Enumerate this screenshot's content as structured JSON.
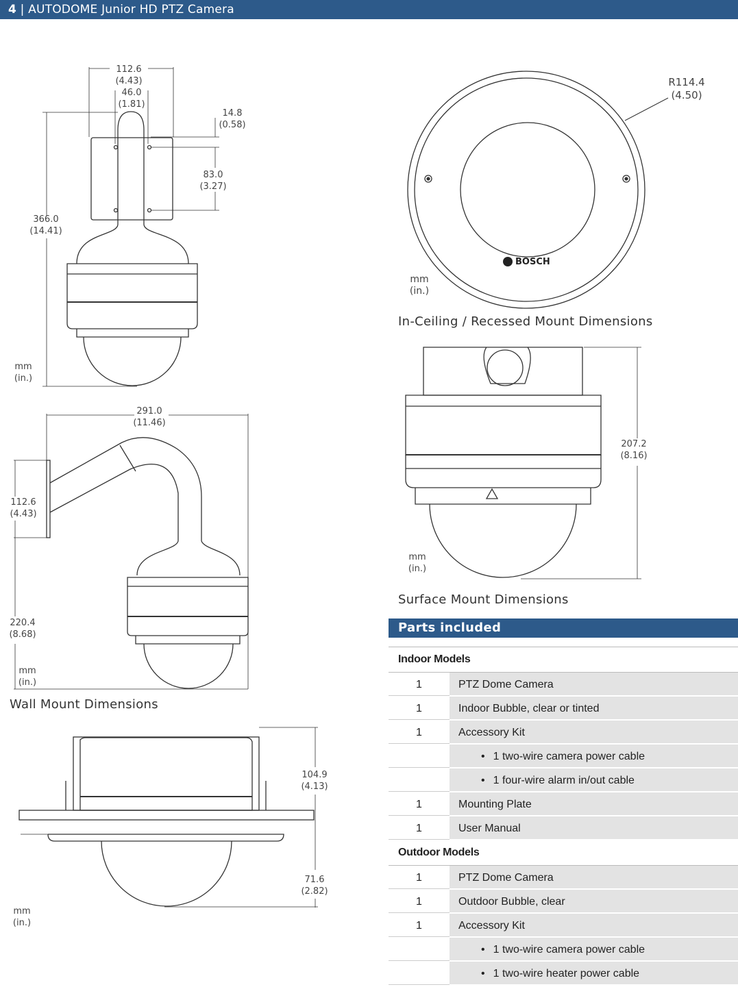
{
  "header": {
    "page_number": "4",
    "title": "AUTODOME Junior HD PTZ Camera"
  },
  "captions": {
    "ceiling": "In-Ceiling / Recessed Mount Dimensions",
    "surface": "Surface Mount Dimensions",
    "wall": "Wall Mount Dimensions"
  },
  "units": {
    "mm": "mm",
    "in": "(in.)"
  },
  "dims": {
    "pendant_width": "112.6",
    "pendant_width_in": "(4.43)",
    "pendant_inner": "46.0",
    "pendant_inner_in": "(1.81)",
    "pendant_top": "14.8",
    "pendant_top_in": "(0.58)",
    "pendant_plate": "83.0",
    "pendant_plate_in": "(3.27)",
    "pendant_height": "366.0",
    "pendant_height_in": "(14.41)",
    "radius": "R114.4",
    "radius_in": "(4.50)",
    "surface_height": "207.2",
    "surface_height_in": "(8.16)",
    "wall_reach": "291.0",
    "wall_reach_in": "(11.46)",
    "wall_plate": "112.6",
    "wall_plate_in": "(4.43)",
    "wall_drop": "220.4",
    "wall_drop_in": "(8.68)",
    "recess_above": "104.9",
    "recess_above_in": "(4.13)",
    "recess_below": "71.6",
    "recess_below_in": "(2.82)"
  },
  "logo_text": "BOSCH",
  "parts": {
    "title": "Parts included",
    "indoor_title": "Indoor Models",
    "indoor": [
      {
        "qty": "1",
        "desc": "PTZ Dome Camera"
      },
      {
        "qty": "1",
        "desc": "Indoor Bubble, clear or tinted"
      },
      {
        "qty": "1",
        "desc": "Accessory Kit"
      },
      {
        "qty": "",
        "desc": "1 two-wire camera power cable",
        "bullet": true
      },
      {
        "qty": "",
        "desc": "1 four-wire alarm in/out cable",
        "bullet": true
      },
      {
        "qty": "1",
        "desc": "Mounting Plate"
      },
      {
        "qty": "1",
        "desc": "User Manual"
      }
    ],
    "outdoor_title": "Outdoor Models",
    "outdoor": [
      {
        "qty": "1",
        "desc": "PTZ Dome Camera"
      },
      {
        "qty": "1",
        "desc": "Outdoor Bubble, clear"
      },
      {
        "qty": "1",
        "desc": "Accessory Kit"
      },
      {
        "qty": "",
        "desc": "1 two-wire camera power cable",
        "bullet": true
      },
      {
        "qty": "",
        "desc": "1 two-wire heater power cable",
        "bullet": true
      }
    ]
  }
}
